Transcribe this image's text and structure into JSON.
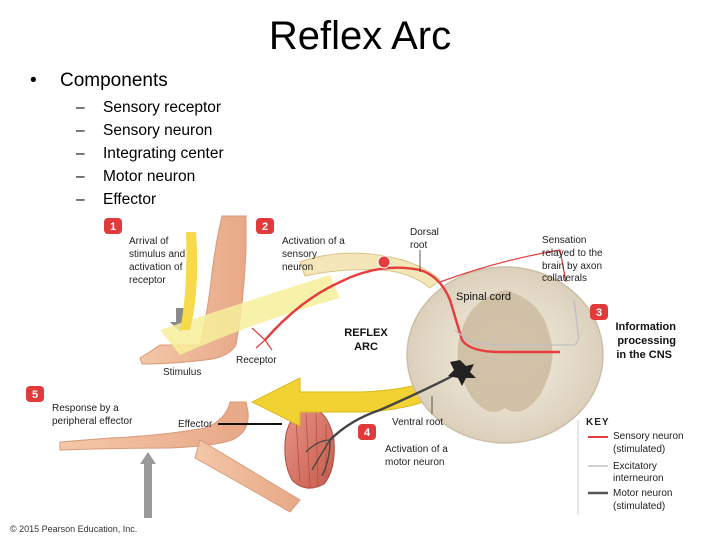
{
  "title": "Reflex Arc",
  "components": {
    "heading": "Components",
    "items": [
      "Sensory receptor",
      "Sensory neuron",
      "Integrating center",
      "Motor neuron",
      "Effector"
    ]
  },
  "diagram": {
    "steps": [
      {
        "num": "1",
        "lines": [
          "Arrival of",
          "stimulus and",
          "activation of",
          "receptor"
        ]
      },
      {
        "num": "2",
        "lines": [
          "Activation of a",
          "sensory",
          "neuron"
        ]
      },
      {
        "num": "3",
        "lines": [
          "Information",
          "processing",
          "in the CNS"
        ]
      },
      {
        "num": "4",
        "lines": [
          "Activation of a",
          "motor neuron"
        ]
      },
      {
        "num": "5",
        "lines": [
          "Response by a",
          "peripheral effector"
        ]
      }
    ],
    "dorsal_root": [
      "Dorsal",
      "root"
    ],
    "sensation": [
      "Sensation",
      "relayed to the",
      "brain by axon",
      "collaterals"
    ],
    "spinal_cord": "Spinal cord",
    "reflex_arc": [
      "REFLEX",
      "ARC"
    ],
    "receptor": "Receptor",
    "stimulus": "Stimulus",
    "effector": "Effector",
    "ventral_root": "Ventral root",
    "key": {
      "title": "KEY",
      "entries": [
        {
          "lines": [
            "Sensory neuron",
            "(stimulated)"
          ],
          "color": "#e63c3c"
        },
        {
          "lines": [
            "Excitatory",
            "interneuron"
          ],
          "color": "#bfbfbf"
        },
        {
          "lines": [
            "Motor neuron",
            "(stimulated)"
          ],
          "color": "#555555"
        }
      ]
    },
    "copyright": "© 2015 Pearson Education, Inc.",
    "colors": {
      "step_badge": "#e03a3a",
      "sensory": "#e63c3c",
      "motor": "#444444",
      "arrow": "#f2d233",
      "spinal_gray": "#cfc0a8"
    }
  }
}
